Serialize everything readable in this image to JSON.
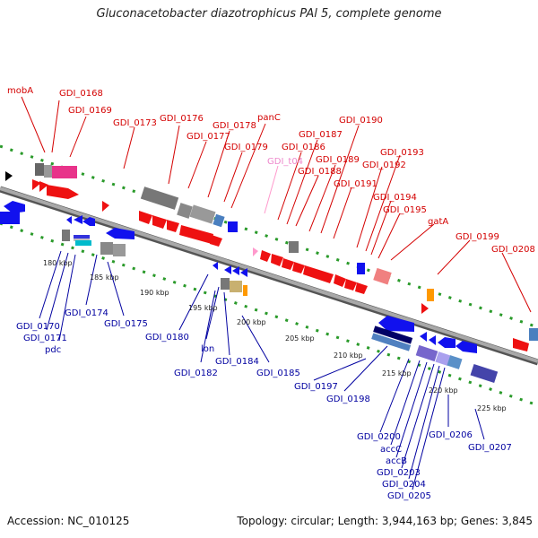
{
  "title": "Gluconacetobacter diazotrophicus PAl 5, complete genome",
  "footer": {
    "accession": "Accession: NC_010125",
    "topology": "Topology: circular; Length: 3,944,163 bp; Genes: 3,845"
  },
  "colors": {
    "forward_gene": "#ee1111",
    "reverse_gene": "#1111ee",
    "pseudo_gene": "#ff99cc",
    "backbone": "#888888",
    "ticks": "#2a9a2a",
    "label_forward": "#d40000",
    "label_reverse": "#0000a0"
  },
  "kbp_ticks": [
    "180 kbp",
    "185 kbp",
    "190 kbp",
    "195 kbp",
    "200 kbp",
    "205 kbp",
    "210 kbp",
    "215 kbp",
    "220 kbp",
    "225 kbp"
  ],
  "top_labels": [
    "mobA",
    "GDI_0168",
    "GDI_0169",
    "GDI_0173",
    "GDI_0176",
    "GDI_0177",
    "GDI_0178",
    "GDI_0179",
    "panC",
    "GDI_t04",
    "GDI_0186",
    "GDI_0187",
    "GDI_0188",
    "GDI_0189",
    "GDI_0190",
    "GDI_0191",
    "GDI_0192",
    "GDI_0193",
    "GDI_0194",
    "GDI_0195",
    "gatA",
    "GDI_0199",
    "GDI_0208"
  ],
  "bottom_labels": [
    "GDI_0170",
    "GDI_0171",
    "pdc",
    "GDI_0174",
    "GDI_0175",
    "GDI_0180",
    "lon",
    "GDI_0182",
    "GDI_0184",
    "GDI_0185",
    "GDI_0197",
    "GDI_0198",
    "GDI_0200",
    "accC",
    "accB",
    "GDI_0203",
    "GDI_0204",
    "GDI_0205",
    "GDI_0206",
    "GDI_0207"
  ]
}
